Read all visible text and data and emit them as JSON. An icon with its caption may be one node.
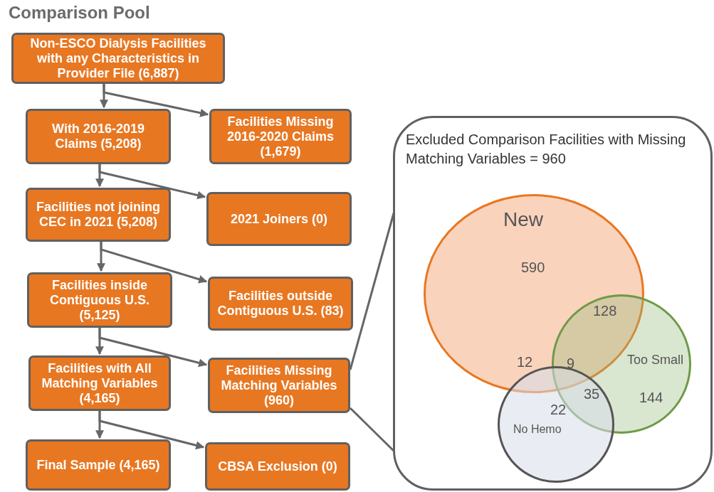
{
  "diagram": {
    "title": "Comparison Pool",
    "nodes": [
      {
        "text": [
          "Non-ESCO Dialysis Facilities with any Characteristics in Provider File (6,887)"
        ]
      },
      {
        "text": [
          "With 2016-2019 Claims (5,208)"
        ]
      },
      {
        "text": [
          "Facilities Missing 2016-2020 Claims (1,679)"
        ]
      },
      {
        "text": [
          "Facilities not joining CEC in 2021 (5,208)"
        ]
      },
      {
        "text": [
          "2021 Joiners (0)"
        ]
      },
      {
        "text": [
          "Facilities inside Contiguous U.S. (5,125)"
        ]
      },
      {
        "text": [
          "Facilities outside Contiguous U.S. (83)"
        ]
      },
      {
        "text": [
          "Facilities with All Matching Variables (4,165)"
        ]
      },
      {
        "text": [
          "Facilities Missing Matching Variables (960)"
        ]
      },
      {
        "text": [
          "Final Sample (4,165)"
        ]
      },
      {
        "text": [
          "CBSA Exclusion (0)"
        ]
      },
      {
        "text": [
          "Excluded Comparison Facilities with Missing Matching Variables = 960"
        ]
      },
      {
        "text": [
          "New"
        ],
        "in": 11
      },
      {
        "text": [
          "Too Small"
        ],
        "in": 11
      },
      {
        "text": [
          "No Hemo"
        ],
        "in": 11
      }
    ],
    "edges": [
      {
        "from": 0,
        "to": 1,
        "arrow": "to"
      },
      {
        "from": 0,
        "to": 2,
        "arrow": "to"
      },
      {
        "from": 1,
        "to": 3,
        "arrow": "to"
      },
      {
        "from": 1,
        "to": 4,
        "arrow": "to"
      },
      {
        "from": 3,
        "to": 5,
        "arrow": "to"
      },
      {
        "from": 3,
        "to": 6,
        "arrow": "to"
      },
      {
        "from": 5,
        "to": 7,
        "arrow": "to"
      },
      {
        "from": 5,
        "to": 8,
        "arrow": "to"
      },
      {
        "from": 7,
        "to": 9,
        "arrow": "to"
      },
      {
        "from": 7,
        "to": 10,
        "arrow": "to"
      },
      {
        "from": 8,
        "to": 11,
        "arrow": "none"
      }
    ],
    "labels": [
      "590",
      "128",
      "12",
      "9",
      "35",
      "22",
      "144"
    ]
  }
}
